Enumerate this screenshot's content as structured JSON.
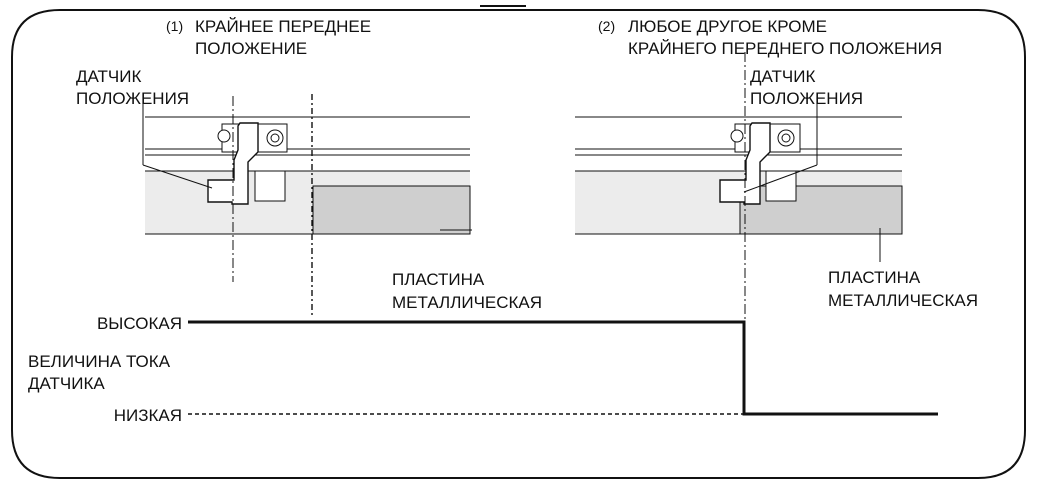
{
  "panel1": {
    "number": "(1)",
    "title_line1": "КРАЙНЕЕ ПЕРЕДНЕЕ",
    "title_line2": "ПОЛОЖЕНИЕ",
    "sensor_line1": "ДАТЧИК",
    "sensor_line2": "ПОЛОЖЕНИЯ",
    "plate_line1": "ПЛАСТИНА",
    "plate_line2": "МЕТАЛЛИЧЕСКАЯ"
  },
  "panel2": {
    "number": "(2)",
    "title_line1": "ЛЮБОЕ ДРУГОЕ КРОМЕ",
    "title_line2": "КРАЙНЕГО ПЕРЕДНЕГО ПОЛОЖЕНИЯ",
    "sensor_line1": "ДАТЧИК",
    "sensor_line2": "ПОЛОЖЕНИЯ",
    "plate_line1": "ПЛАСТИНА",
    "plate_line2": "МЕТАЛЛИЧЕСКАЯ"
  },
  "signal": {
    "high_label": "ВЫСОКАЯ",
    "low_label": "НИЗКАЯ",
    "current_line1": "ВЕЛИЧИНА ТОКА",
    "current_line2": "ДАТЧИКА"
  },
  "colors": {
    "stroke": "#111111",
    "plate_light": "#ececec",
    "plate_dark": "#cfcfcf",
    "background": "#ffffff"
  }
}
